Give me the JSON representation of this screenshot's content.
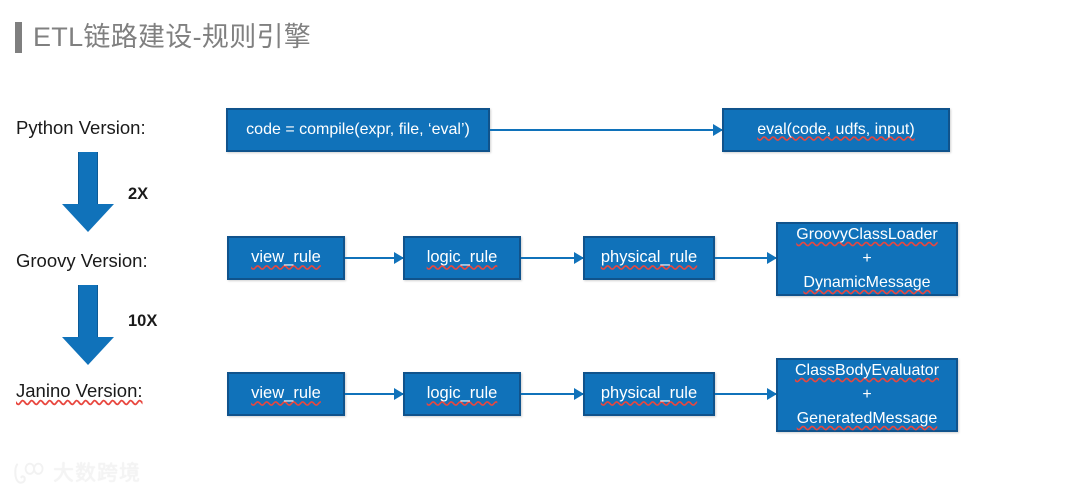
{
  "slide": {
    "title": "ETL链路建设-规则引擎",
    "accent_color": "#7f7f7f",
    "box_fill_color": "#1072BA",
    "box_border_color": "#10538C",
    "connector_color": "#1072BA",
    "background_color": "#ffffff"
  },
  "rows": [
    {
      "label": "Python Version:",
      "boxes": [
        {
          "text": "code = compile(expr, file, ‘eval’)"
        },
        {
          "text": "eval(code, udfs, input)"
        }
      ]
    },
    {
      "label": "Groovy Version:",
      "boxes": [
        {
          "text": "view_rule"
        },
        {
          "text": "logic_rule"
        },
        {
          "text": "physical_rule"
        },
        {
          "line1": "GroovyClassLoader",
          "line2": "+",
          "line3": "DynamicMessage"
        }
      ]
    },
    {
      "label": "Janino Version:",
      "boxes": [
        {
          "text": "view_rule"
        },
        {
          "text": "logic_rule"
        },
        {
          "text": "physical_rule"
        },
        {
          "line1": "ClassBodyEvaluator",
          "line2": "+",
          "line3": "GeneratedMessage"
        }
      ]
    }
  ],
  "speedup_arrows": [
    {
      "label": "2X"
    },
    {
      "label": "10X"
    }
  ],
  "watermark": {
    "text": "大数跨境"
  }
}
